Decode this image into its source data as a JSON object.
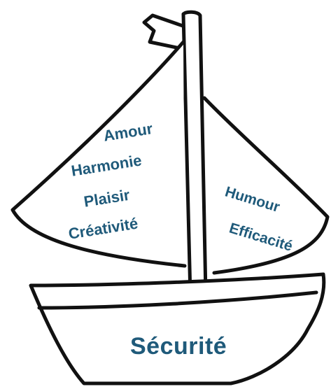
{
  "left_sail": {
    "words": [
      "Amour",
      "Harmonie",
      "Plaisir",
      "Créativité"
    ]
  },
  "right_sail": {
    "words": [
      "Humour",
      "Efficacité"
    ]
  },
  "hull": {
    "label": "Sécurité"
  },
  "colors": {
    "outline": "#111111",
    "text": "#1f5a7a",
    "background": "#ffffff"
  }
}
